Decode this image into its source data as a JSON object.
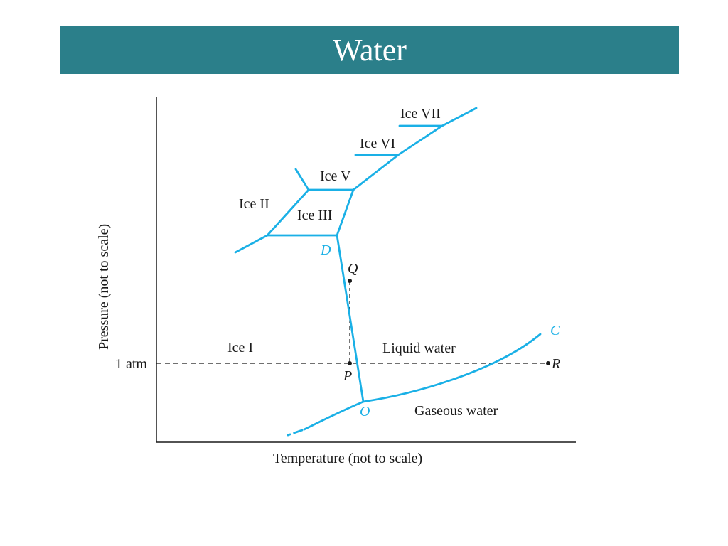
{
  "title": "Water",
  "axes": {
    "x_label": "Temperature (not to scale)",
    "y_label": "Pressure (not to scale)",
    "y_tick": "1 atm"
  },
  "regions": {
    "ice_vii": "Ice VII",
    "ice_vi": "Ice VI",
    "ice_v": "Ice V",
    "ice_ii": "Ice II",
    "ice_iii": "Ice III",
    "ice_i": "Ice I",
    "liquid": "Liquid water",
    "gas": "Gaseous water"
  },
  "points": {
    "D": "D",
    "Q": "Q",
    "P": "P",
    "O": "O",
    "C": "C",
    "R": "R"
  },
  "colors": {
    "header": "#2b7f8a",
    "curve": "#1ab0e6",
    "ink": "#1a1a1a"
  }
}
